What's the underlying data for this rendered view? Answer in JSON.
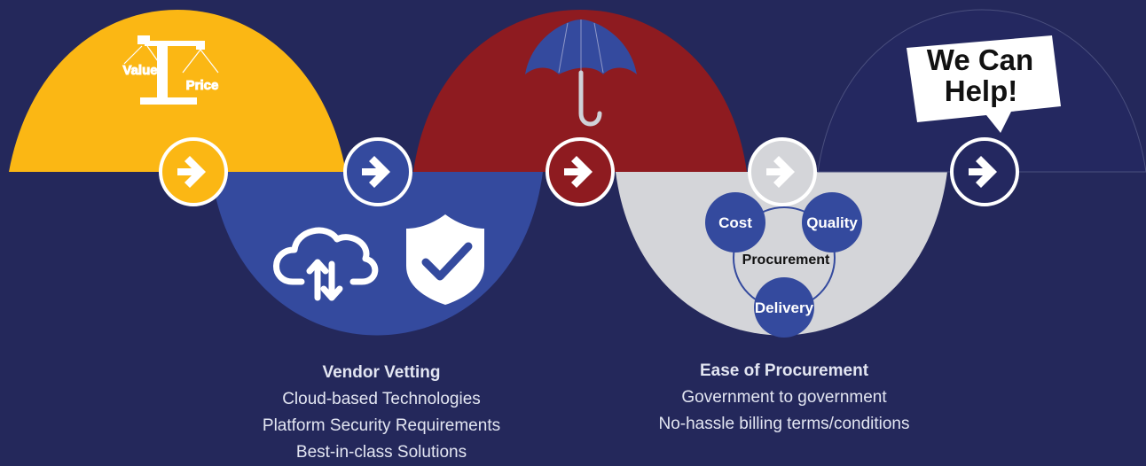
{
  "diagram": {
    "stage1": {
      "value_label": "Value",
      "price_label": "Price"
    },
    "stage4": {
      "cost_label": "Cost",
      "quality_label": "Quality",
      "procurement_label": "Procurement",
      "delivery_label": "Delivery"
    },
    "stage5": {
      "bubble_line1": "We Can",
      "bubble_line2": "Help!"
    }
  },
  "captions": {
    "vendor_vetting": {
      "title": "Vendor Vetting",
      "lines": [
        "Cloud-based Technologies",
        "Platform Security Requirements",
        "Best-in-class Solutions"
      ]
    },
    "ease_of_procurement": {
      "title": "Ease of Procurement",
      "lines": [
        "Government to government",
        "No-hassle billing terms/conditions"
      ]
    }
  },
  "colors": {
    "background": "#24285b",
    "yellow": "#fbb714",
    "blue": "#344a9e",
    "red": "#8e1b20",
    "gray": "#d4d5d9",
    "navy": "#242860",
    "white": "#ffffff"
  },
  "icons": [
    "scale-icon",
    "cloud-sync-icon",
    "shield-check-icon",
    "umbrella-icon",
    "arrow-right-icon",
    "speech-bubble-icon"
  ]
}
